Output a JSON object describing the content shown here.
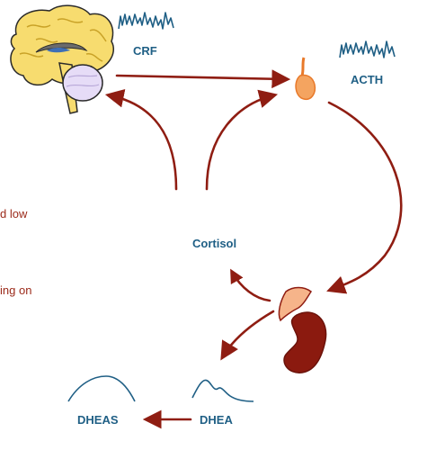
{
  "hormones": {
    "crf": "CRF",
    "acth": "ACTH",
    "cortisol": "Cortisol",
    "dhea": "DHEA",
    "dheas": "DHEAS"
  },
  "side_text": {
    "line1": "d low",
    "line2": "ing on"
  },
  "colors": {
    "arrow": "#8f1d12",
    "label": "#1f5f85",
    "side_text": "#9b2a1a",
    "brain": "#f7dc6f",
    "brain_stroke": "#c9a227",
    "cerebellum": "#e6dcf7",
    "pituitary": "#f4a460",
    "adrenal_gland": "#f6b48a",
    "kidney": "#8b1a0f",
    "pulse": "#1f5f85"
  },
  "icons": [
    "brain-icon",
    "pituitary-icon",
    "adrenal-gland-icon",
    "kidney-icon"
  ]
}
